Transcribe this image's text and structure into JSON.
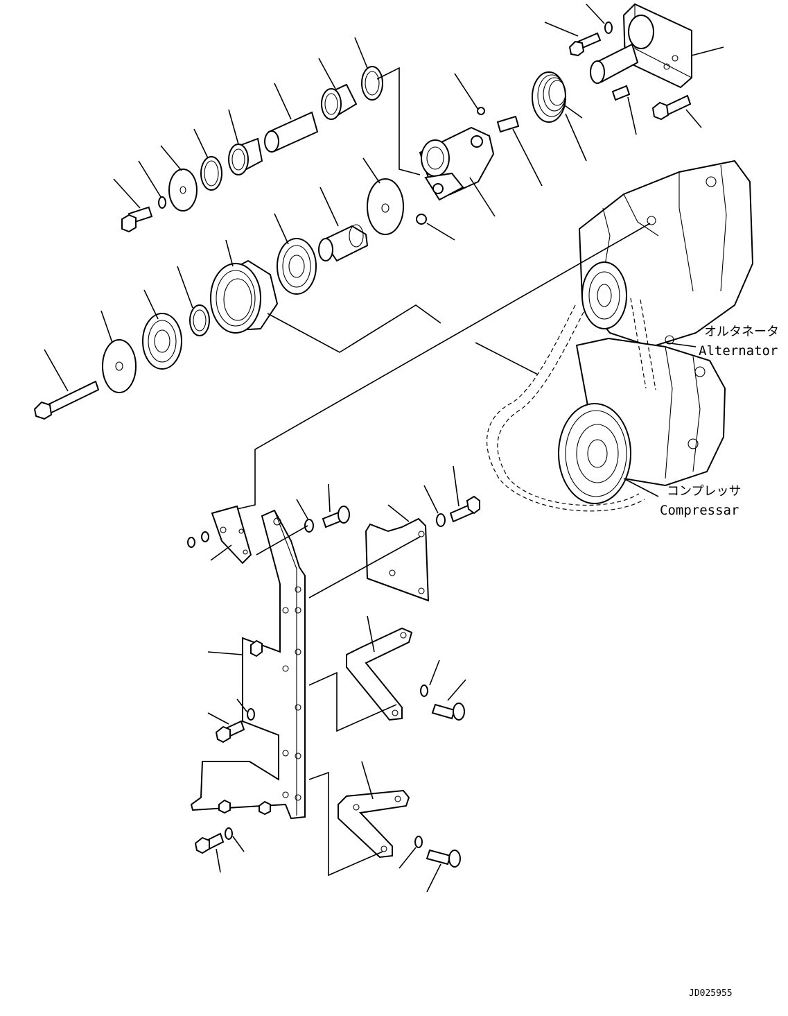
{
  "labels": {
    "alternator_jp": "オルタネータ",
    "alternator_en": "Alternator",
    "compressor_jp": "コンプレッサ",
    "compressor_en": "Compressar",
    "drawing_id": "JD025955"
  }
}
